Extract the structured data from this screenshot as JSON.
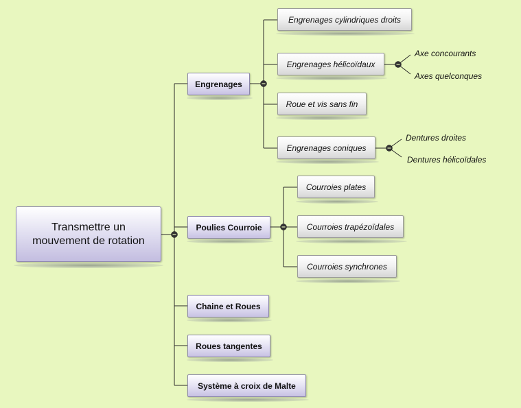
{
  "root": {
    "line1": "Transmettre un",
    "line2": "mouvement de rotation"
  },
  "branches": {
    "engrenages": {
      "label": "Engrenages",
      "children": {
        "cylindriques": "Engrenages cylindriques droits",
        "helicoidaux": {
          "label": "Engrenages hélicoïdaux",
          "leaves": [
            "Axe concourants",
            "Axes quelconques"
          ]
        },
        "vis": "Roue et vis sans fin",
        "coniques": {
          "label": "Engrenages coniques",
          "leaves": [
            "Dentures droites",
            "Dentures hélicoïdales"
          ]
        }
      }
    },
    "poulies": {
      "label": "Poulies Courroie",
      "children": [
        "Courroies plates",
        "Courroies trapézoïdales",
        "Courroies synchrones"
      ]
    },
    "chaine": {
      "label": "Chaine et Roues"
    },
    "roues": {
      "label": "Roues tangentes"
    },
    "malte": {
      "label": "Système à croix de Malte"
    }
  }
}
